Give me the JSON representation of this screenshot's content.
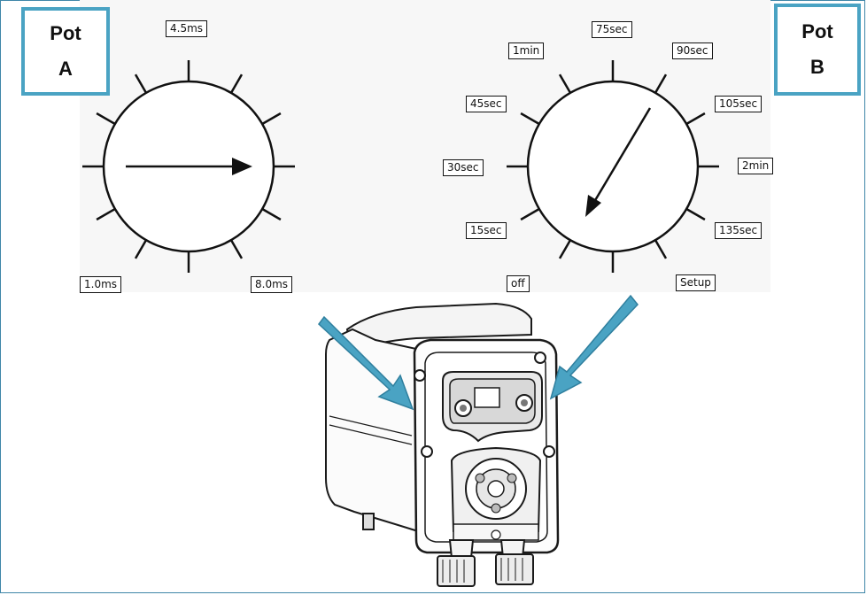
{
  "pot_a": {
    "title_line1": "Pot",
    "title_line2": "A",
    "labels": {
      "top": "4.5ms",
      "bottom_left": "1.0ms",
      "bottom_right": "8.0ms"
    }
  },
  "pot_b": {
    "title_line1": "Pot",
    "title_line2": "B",
    "labels": {
      "off": "off",
      "sec15": "15sec",
      "sec30": "30sec",
      "sec45": "45sec",
      "min1": "1min",
      "sec75": "75sec",
      "sec90": "90sec",
      "sec105": "105sec",
      "min2": "2min",
      "sec135": "135sec",
      "setup": "Setup"
    }
  },
  "colors": {
    "accent": "#4aa3c3",
    "frame_border": "#3f86a8",
    "ink": "#111111"
  }
}
